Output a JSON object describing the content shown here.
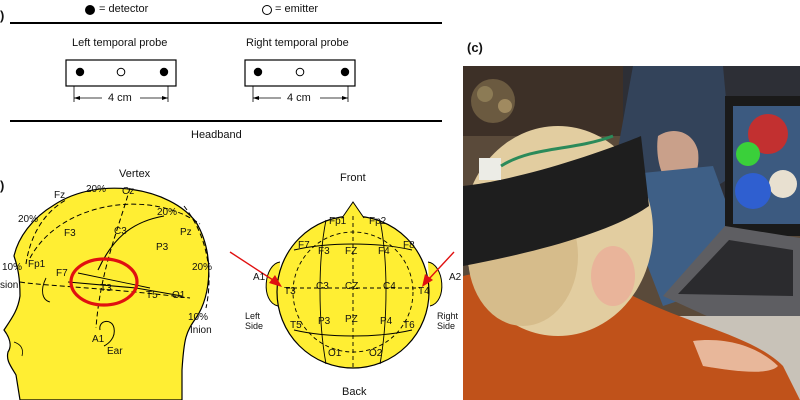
{
  "panel_a": {
    "marker_partial": ")",
    "legend_detector": "= detector",
    "legend_emitter": "= emitter",
    "left_probe": "Left temporal probe",
    "right_probe": "Right temporal probe",
    "left_distance": "4 cm",
    "right_distance": "4 cm",
    "headband": "Headband"
  },
  "panel_b": {
    "marker_partial": ")",
    "side_view": {
      "vertex": "Vertex",
      "pct_top_left": "20%",
      "pct_top_right": "20%",
      "pct_left": "20%",
      "pct_right": "20%",
      "pct_nasion": "10%",
      "pct_inion": "10%",
      "nasion": "sion",
      "inion": "Inion",
      "ear": "Ear",
      "electrodes": {
        "fz": "Fz",
        "cz": "Cz",
        "pz": "Pz",
        "f3": "F3",
        "c3": "C3",
        "p3": "P3",
        "fp1": "Fp1",
        "f7": "F7",
        "t3": "T3",
        "t5": "T5",
        "o1": "O1",
        "a1": "A1"
      }
    },
    "top_view": {
      "front": "Front",
      "back": "Back",
      "left_side": [
        "Left",
        "Side"
      ],
      "right_side": [
        "Right",
        "Side"
      ],
      "electrodes": {
        "fp1": "Fp1",
        "fp2": "Fp2",
        "f7": "F7",
        "f3": "F3",
        "fz": "FZ",
        "f4": "F4",
        "f8": "F8",
        "a1": "A1",
        "t3": "T3",
        "c3": "C3",
        "cz": "CZ",
        "c4": "C4",
        "t4": "T4",
        "a2": "A2",
        "t5": "T5",
        "p3": "P3",
        "pz": "PZ",
        "p4": "P4",
        "t6": "T6",
        "o1": "O1",
        "o2": "O2"
      }
    }
  },
  "panel_c": {
    "label": "(c)"
  },
  "colors": {
    "head_fill": "#FFEE33",
    "highlight_ring": "#E01010",
    "arrow": "#E01010"
  }
}
